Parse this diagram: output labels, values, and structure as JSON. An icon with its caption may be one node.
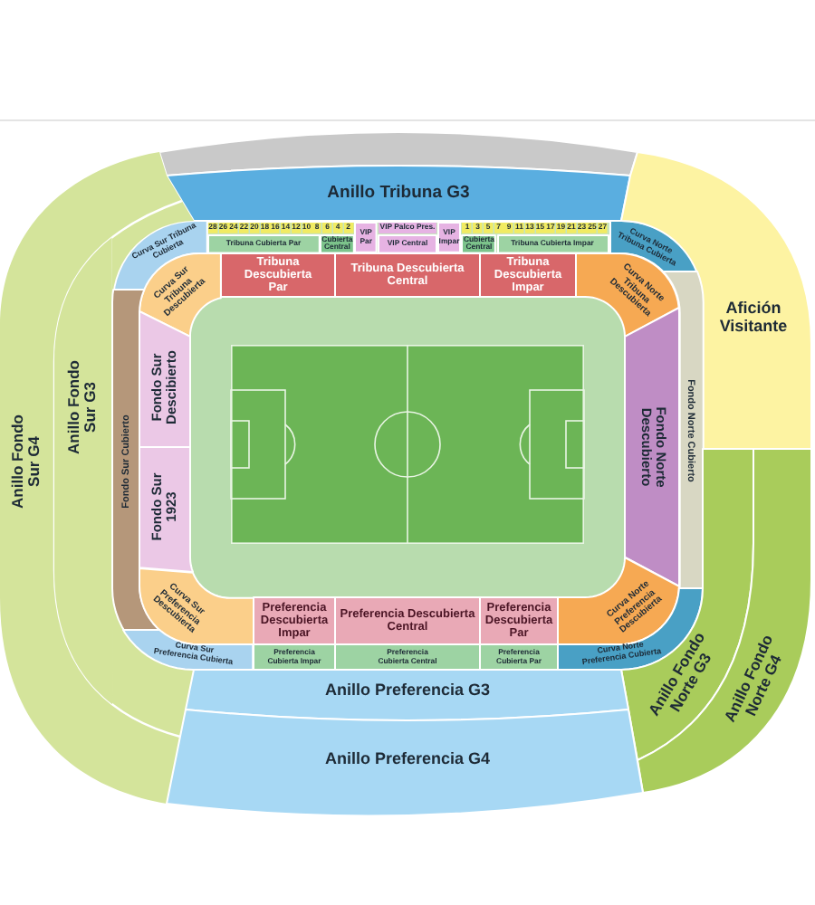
{
  "diagram": {
    "nodes": [
      {
        "text": [],
        "shape": "band"
      },
      {
        "text": [
          "Anillo Tribuna G3"
        ]
      },
      {
        "text": [
          "Curva Sur Tribuna Cubierta"
        ]
      },
      {
        "text": [
          "28"
        ]
      },
      {
        "text": [
          "26"
        ]
      },
      {
        "text": [
          "24"
        ]
      },
      {
        "text": [
          "22"
        ]
      },
      {
        "text": [
          "20"
        ]
      },
      {
        "text": [
          "18"
        ]
      },
      {
        "text": [
          "16"
        ]
      },
      {
        "text": [
          "14"
        ]
      },
      {
        "text": [
          "12"
        ]
      },
      {
        "text": [
          "10"
        ]
      },
      {
        "text": [
          "8"
        ]
      },
      {
        "text": [
          "6"
        ]
      },
      {
        "text": [
          "4"
        ]
      },
      {
        "text": [
          "2"
        ]
      },
      {
        "text": [
          "VIP Par"
        ]
      },
      {
        "text": [
          "VIP Palco Pres."
        ]
      },
      {
        "text": [
          "VIP Impar"
        ]
      },
      {
        "text": [
          "1"
        ]
      },
      {
        "text": [
          "3"
        ]
      },
      {
        "text": [
          "5"
        ]
      },
      {
        "text": [
          "7"
        ]
      },
      {
        "text": [
          "9"
        ]
      },
      {
        "text": [
          "11"
        ]
      },
      {
        "text": [
          "13"
        ]
      },
      {
        "text": [
          "15"
        ]
      },
      {
        "text": [
          "17"
        ]
      },
      {
        "text": [
          "19"
        ]
      },
      {
        "text": [
          "21"
        ]
      },
      {
        "text": [
          "23"
        ]
      },
      {
        "text": [
          "25"
        ]
      },
      {
        "text": [
          "27"
        ]
      },
      {
        "text": [
          "Curva Norte Tribuna Cubierta"
        ]
      },
      {
        "text": [
          "Tribuna Cubierta Par"
        ]
      },
      {
        "text": [
          "Cubierta Central"
        ]
      },
      {
        "text": [
          "VIP Central"
        ]
      },
      {
        "text": [
          "Cubierta Central"
        ]
      },
      {
        "text": [
          "Tribuna Cubierta Impar"
        ]
      },
      {
        "text": [
          "Curva Sur Tribuna Descubierta"
        ]
      },
      {
        "text": [
          "Tribuna Descubierta Par"
        ]
      },
      {
        "text": [
          "Tribuna Descubierta Central"
        ]
      },
      {
        "text": [
          "Tribuna Descubierta Impar"
        ]
      },
      {
        "text": [
          "Curva Norte Tribuna Descubierta"
        ]
      },
      {
        "text": [
          "Afición Visitante"
        ]
      },
      {
        "text": [
          "Anillo Fondo Sur G4"
        ]
      },
      {
        "text": [
          "Anillo Fondo Sur G3"
        ]
      },
      {
        "text": [
          "Fondo Sur Cubierto"
        ]
      },
      {
        "text": [
          "Fondo Sur Descibierto"
        ]
      },
      {
        "text": [
          "Fondo Sur 1923"
        ]
      },
      {
        "text": [
          "Fondo Norte Descubierto"
        ]
      },
      {
        "text": [
          "Fondo Norte Cubierto"
        ]
      },
      {
        "text": [
          "Curva Sur Preferencia Descubierta"
        ]
      },
      {
        "text": [
          "Preferencia Descubierta Impar"
        ]
      },
      {
        "text": [
          "Preferencia Descubierta Central"
        ]
      },
      {
        "text": [
          "Preferencia Descubierta Par"
        ]
      },
      {
        "text": [
          "Curva Norte Preferencia Descubierta"
        ]
      },
      {
        "text": [
          "Curva Sur Preferencia Cubierta"
        ]
      },
      {
        "text": [
          "Preferencia Cubierta Impar"
        ]
      },
      {
        "text": [
          "Preferencia Cubierta Central"
        ]
      },
      {
        "text": [
          "Preferencia Cubierta Par"
        ]
      },
      {
        "text": [
          "Curva Norte Preferencia Cubierta"
        ]
      },
      {
        "text": [
          "Anillo Fondo Norte G3"
        ]
      },
      {
        "text": [
          "Anillo Fondo Norte G4"
        ]
      },
      {
        "text": [
          "Anillo Preferencia G3"
        ]
      },
      {
        "text": [
          "Anillo Preferencia G4"
        ]
      }
    ]
  }
}
